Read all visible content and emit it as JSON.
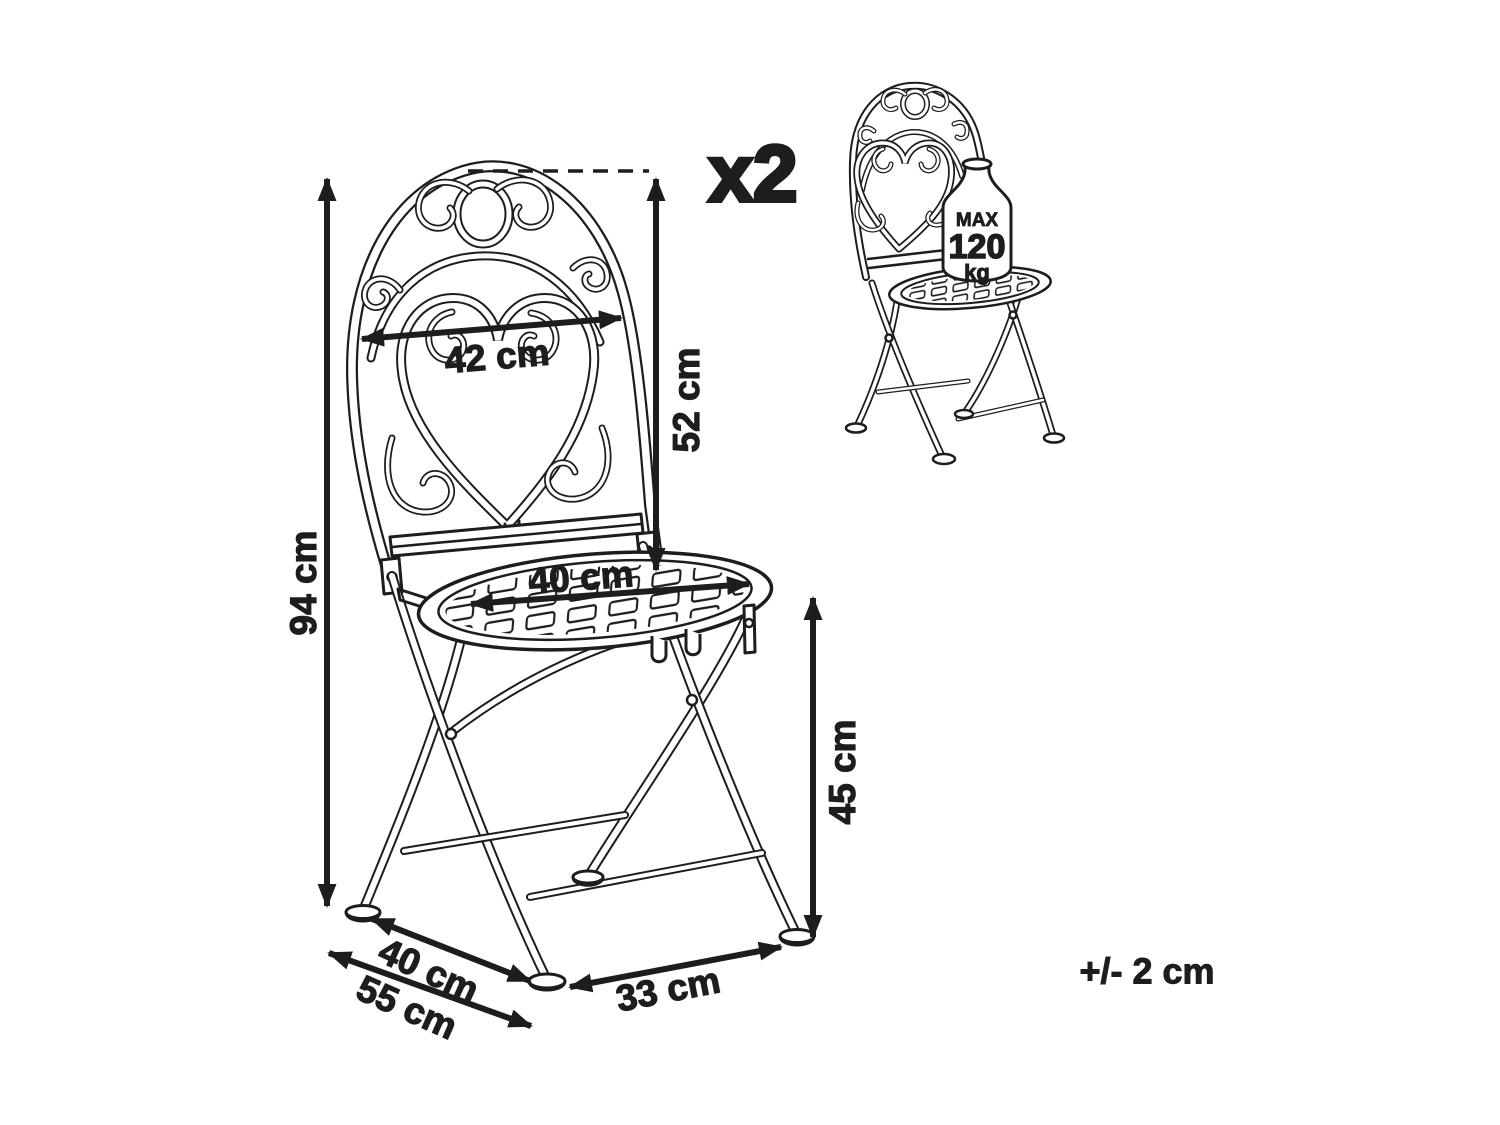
{
  "diagram": {
    "background": "#ffffff",
    "ink": "#1d1d1b",
    "quantity": "x2",
    "tolerance": "+/- 2 cm",
    "weight_limit": {
      "prefix": "MAX",
      "value": "120",
      "unit": "kg"
    },
    "dimensions": {
      "total_height": "94 cm",
      "backrest_width": "42 cm",
      "backrest_height": "52 cm",
      "seat_diameter": "40 cm",
      "seat_height": "45 cm",
      "seat_depth": "40 cm",
      "footprint_depth": "55 cm",
      "footprint_width": "33 cm"
    }
  }
}
